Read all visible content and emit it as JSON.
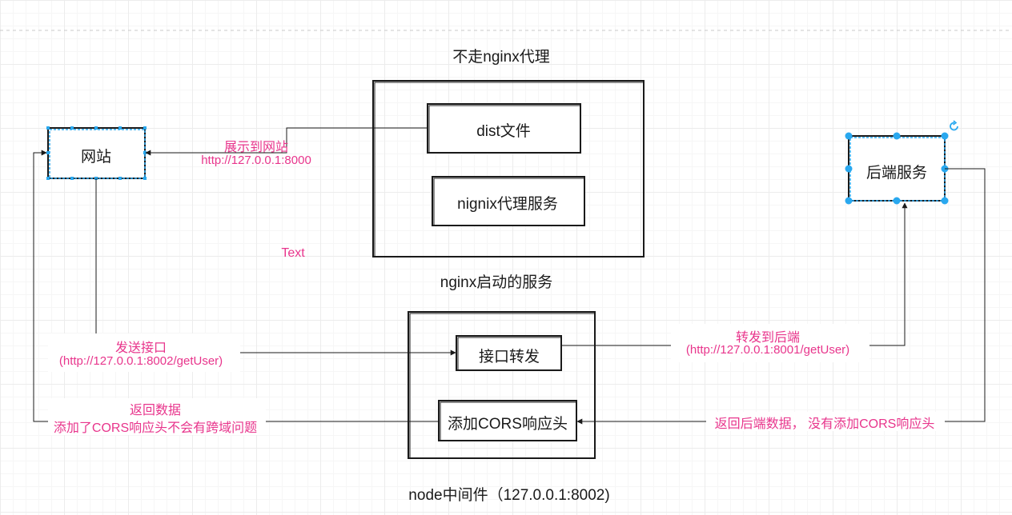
{
  "titles": {
    "no_proxy": "不走nginx代理",
    "nginx_service": "nginx启动的服务",
    "node_middleware": "node中间件（127.0.0.1:8002)"
  },
  "nodes": {
    "website": "网站",
    "dist_files": "dist文件",
    "nginx_proxy_service": "nignix代理服务",
    "backend_service": "后端服务",
    "api_forward": "接口转发",
    "add_cors_header": "添加CORS响应头"
  },
  "edges": {
    "display_to_site": "展示到网站",
    "display_url": "http://127.0.0.1:8000",
    "send_api": "发送接口",
    "send_api_url": "(http://127.0.0.1:8002/getUser)",
    "forward_backend": "转发到后端",
    "forward_backend_url": "(http://127.0.0.1:8001/getUser)",
    "return_data": "返回数据",
    "return_data_note": "添加了CORS响应头不会有跨域问题",
    "return_backend_data": "返回后端数据，  没有添加CORS响应头"
  },
  "stray_text": "Text",
  "colors": {
    "stroke": "#1a1a1a",
    "label_pink": "#e8358c",
    "selection": "#29a8ef"
  }
}
